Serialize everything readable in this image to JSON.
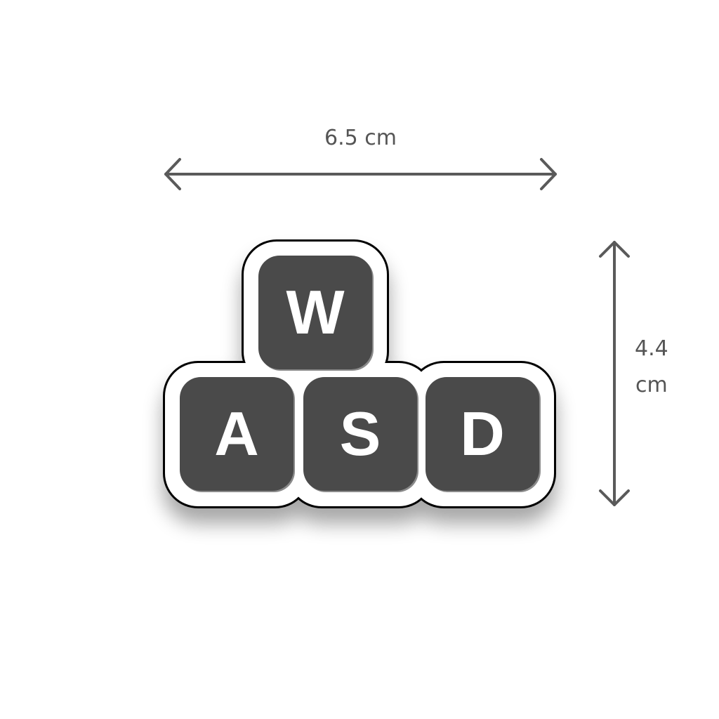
{
  "dimensions": {
    "width_label": "6.5 cm",
    "height_label_line1": "4.4",
    "height_label_line2": "cm"
  },
  "keys": [
    {
      "letter": "W"
    },
    {
      "letter": "A"
    },
    {
      "letter": "S"
    },
    {
      "letter": "D"
    }
  ],
  "colors": {
    "key_fill": "#4a4a4a",
    "key_text": "#ffffff",
    "outline": "#000000",
    "border_white": "#ffffff",
    "arrow": "#5a5a5a",
    "label": "#555555"
  },
  "icons": {
    "width_arrow": "double-headed-horizontal-arrow",
    "height_arrow": "double-headed-vertical-arrow"
  }
}
